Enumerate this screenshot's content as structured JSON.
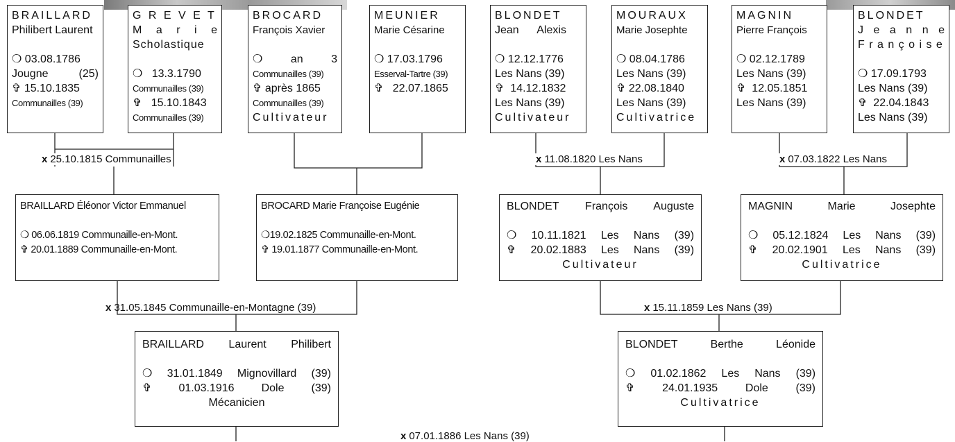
{
  "generation4": [
    {
      "surname": "BRAILLARD",
      "given": "Philibert Laurent",
      "birth": "03.08.1786",
      "birth_place": "Jougne",
      "birth_dept": "(25)",
      "death": "15.10.1835",
      "death_place": "Communailles (39)",
      "occupation": ""
    },
    {
      "surname": "G R E V E T",
      "given": "M a r i e",
      "given2": "Scholastique",
      "birth": "13.3.1790",
      "birth_place": "Communailles (39)",
      "death": "15.10.1843",
      "death_place": "Communailles (39)",
      "occupation": ""
    },
    {
      "surname": "BROCARD",
      "given": "François Xavier",
      "birth": "an 3",
      "birth_place": "Communailles (39)",
      "death": "après 1865",
      "death_place": "Communailles (39)",
      "occupation": "Cultivateur"
    },
    {
      "surname": "MEUNIER",
      "given": "Marie Césarine",
      "birth": "17.03.1796",
      "birth_place": "Esserval-Tartre (39)",
      "death": "22.07.1865",
      "death_place": "",
      "occupation": ""
    },
    {
      "surname": "BLONDET",
      "given": "Jean Alexis",
      "birth": "12.12.1776",
      "birth_place": "Les Nans (39)",
      "death": "14.12.1832",
      "death_place": "Les Nans (39)",
      "occupation": "Cultivateur"
    },
    {
      "surname": "MOURAUX",
      "given": "Marie Josephte",
      "birth": "08.04.1786",
      "birth_place": "Les Nans (39)",
      "death": "22.08.1840",
      "death_place": "Les Nans (39)",
      "occupation": "Cultivatrice"
    },
    {
      "surname": "MAGNIN",
      "given": "Pierre François",
      "birth": "02.12.1789",
      "birth_place": "Les Nans (39)",
      "death": "12.05.1851",
      "death_place": "Les Nans (39)",
      "occupation": ""
    },
    {
      "surname": "BLONDET",
      "given": "J e a n n e",
      "given2": "F r a n ç o i s e",
      "birth": "17.09.1793",
      "birth_place": "Les Nans (39)",
      "death": "22.04.1843",
      "death_place": "Les Nans (39)",
      "occupation": ""
    }
  ],
  "marriages4": [
    {
      "sym": "x",
      "text": "25.10.1815 Communailles"
    },
    {
      "sym": "x",
      "text": "11.08.1820 Les Nans"
    },
    {
      "sym": "x",
      "text": "07.03.1822 Les Nans"
    }
  ],
  "generation3": [
    {
      "name": "BRAILLARD Éléonor Victor Emmanuel",
      "birth": "06.06.1819  Communaille-en-Mont.",
      "death": "20.01.1889  Communaille-en-Mont.",
      "occupation": ""
    },
    {
      "name": "BROCARD Marie Françoise Eugénie",
      "birth": "19.02.1825 Communaille-en-Mont.",
      "death": "19.01.1877 Communaille-en-Mont.",
      "occupation": ""
    },
    {
      "surname": "BLONDET",
      "given1": "François",
      "given2": "Auguste",
      "birth": "10.11.1821",
      "birth_place": "Les Nans",
      "birth_dept": "(39)",
      "death": "20.02.1883",
      "death_place": "Les Nans",
      "death_dept": "(39)",
      "occupation": "Cultivateur"
    },
    {
      "surname": "MAGNIN",
      "given1": "Marie",
      "given2": "Josephte",
      "birth": "05.12.1824",
      "birth_place": "Les Nans",
      "birth_dept": "(39)",
      "death": "20.02.1901",
      "death_place": "Les Nans",
      "death_dept": "(39)",
      "occupation": "Cultivatrice"
    }
  ],
  "marriages3": [
    {
      "sym": "x",
      "text": "31.05.1845 Communaille-en-Montagne (39)"
    },
    {
      "sym": "x",
      "text": "15.11.1859 Les Nans (39)"
    }
  ],
  "generation2": [
    {
      "surname": "BRAILLARD",
      "given1": "Laurent",
      "given2": "Philibert",
      "birth": "31.01.1849",
      "birth_place": "Mignovillard",
      "birth_dept": "(39)",
      "death": "01.03.1916",
      "death_place": "Dole",
      "death_dept": "(39)",
      "occupation": "Mécanicien"
    },
    {
      "surname": "BLONDET",
      "given1": "Berthe",
      "given2": "Léonide",
      "birth": "01.02.1862",
      "birth_place": "Les Nans",
      "birth_dept": "(39)",
      "death": "24.01.1935",
      "death_place": "Dole",
      "death_dept": "(39)",
      "occupation": "Cultivatrice"
    }
  ],
  "marriage2": {
    "sym": "x",
    "text": "07.01.1886 Les Nans (39)"
  },
  "symbols": {
    "birth": "❍",
    "death": "✞"
  }
}
